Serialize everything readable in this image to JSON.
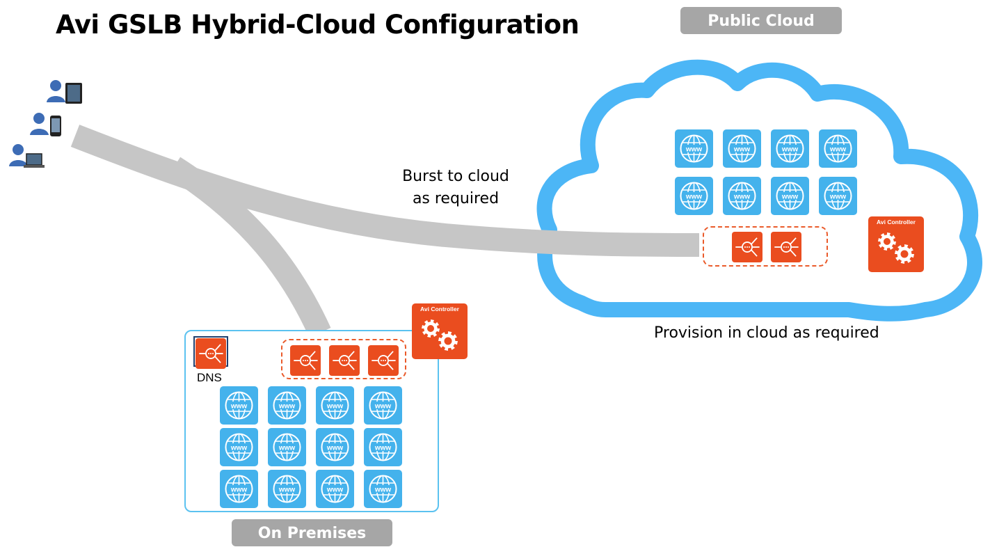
{
  "title": "Avi GSLB Hybrid-Cloud Configuration",
  "public_cloud_label": "Public Cloud",
  "on_premises_label": "On Premises",
  "burst_label_line1": "Burst to cloud",
  "burst_label_line2": "as required",
  "provision_label": "Provision in cloud as required",
  "dns_label": "DNS",
  "controller_label": "Avi Controller",
  "www_label": "www",
  "icons": {
    "user_tablet": "user-tablet-icon",
    "user_phone": "user-phone-icon",
    "user_laptop": "user-laptop-icon",
    "web_server": "www-globe-icon",
    "load_balancer": "load-balancer-icon",
    "controller": "gears-icon"
  },
  "colors": {
    "cloud": "#4cb6f6",
    "www_tile": "#44b2ec",
    "avi_orange": "#ea4d1f",
    "traffic_path": "#c6c6c6",
    "pill": "#a6a6a6"
  }
}
